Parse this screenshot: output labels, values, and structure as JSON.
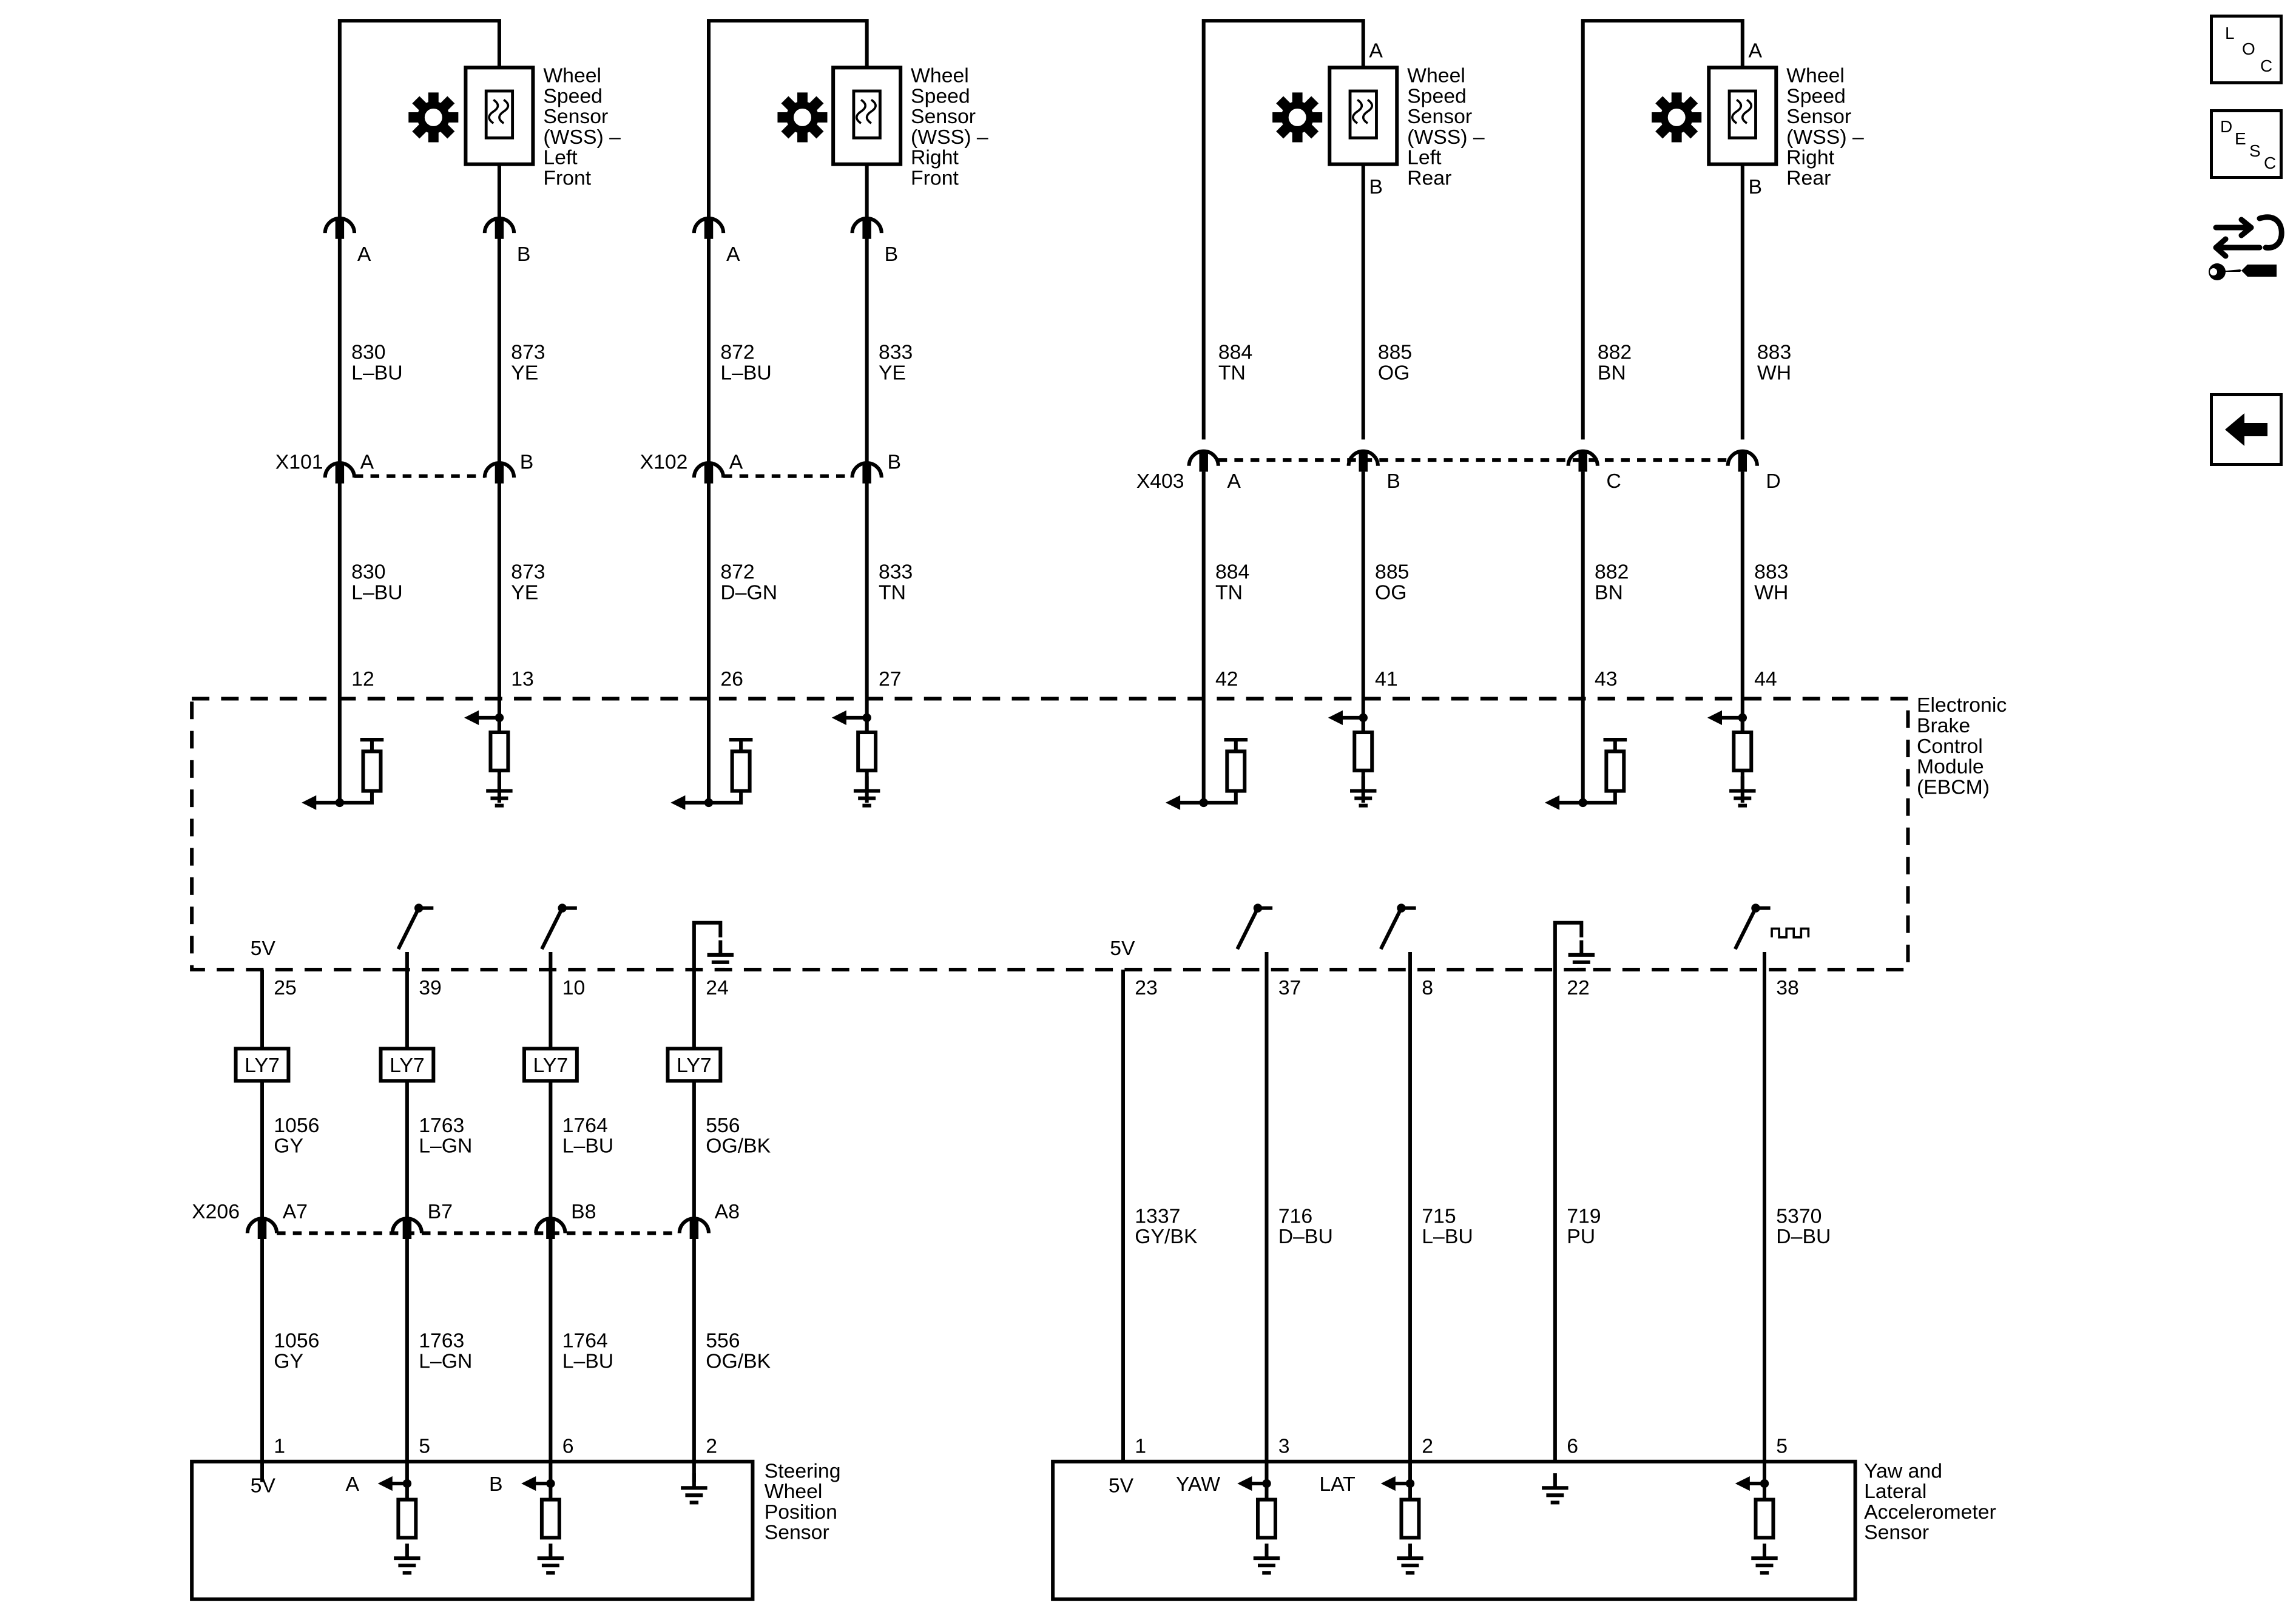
{
  "nav": {
    "loc": [
      "L",
      "O",
      "C"
    ],
    "desc": [
      "D",
      "E",
      "S",
      "C"
    ],
    "icons": [
      "loc-icon",
      "desc-icon",
      "connector-tool-icon",
      "back-arrow-icon"
    ]
  },
  "modules": {
    "ebcm": [
      "Electronic",
      "Brake",
      "Control",
      "Module",
      "(EBCM)"
    ],
    "swps": [
      "Steering",
      "Wheel",
      "Position",
      "Sensor"
    ],
    "yaw": [
      "Yaw and",
      "Lateral",
      "Accelerometer",
      "Sensor"
    ]
  },
  "sensors": [
    {
      "id": "lf",
      "label": [
        "Wheel",
        "Speed",
        "Sensor",
        "(WSS) –",
        "Left",
        "Front"
      ],
      "pin_a": "",
      "pin_b": ""
    },
    {
      "id": "rf",
      "label": [
        "Wheel",
        "Speed",
        "Sensor",
        "(WSS) –",
        "Right",
        "Front"
      ],
      "pin_a": "",
      "pin_b": ""
    },
    {
      "id": "lr",
      "label": [
        "Wheel",
        "Speed",
        "Sensor",
        "(WSS) –",
        "Left",
        "Rear"
      ],
      "pin_a": "A",
      "pin_b": "B"
    },
    {
      "id": "rr",
      "label": [
        "Wheel",
        "Speed",
        "Sensor",
        "(WSS) –",
        "Right",
        "Rear"
      ],
      "pin_a": "A",
      "pin_b": "B"
    }
  ],
  "upper_wires": [
    {
      "top_pin": "A",
      "upper": [
        "830",
        "L–BU"
      ],
      "conn_pin": "A",
      "lower": [
        "830",
        "L–BU"
      ],
      "ebcm_pin": "12",
      "type": "sig"
    },
    {
      "top_pin": "B",
      "upper": [
        "873",
        "YE"
      ],
      "conn_pin": "B",
      "lower": [
        "873",
        "YE"
      ],
      "ebcm_pin": "13",
      "type": "res"
    },
    {
      "top_pin": "A",
      "upper": [
        "872",
        "L–BU"
      ],
      "conn_pin": "A",
      "lower": [
        "872",
        "D–GN"
      ],
      "ebcm_pin": "26",
      "type": "sig"
    },
    {
      "top_pin": "B",
      "upper": [
        "833",
        "YE"
      ],
      "conn_pin": "B",
      "lower": [
        "833",
        "TN"
      ],
      "ebcm_pin": "27",
      "type": "res"
    },
    {
      "top_pin": "",
      "upper": [
        "884",
        "TN"
      ],
      "conn_pin": "A",
      "lower": [
        "884",
        "TN"
      ],
      "ebcm_pin": "42",
      "type": "sig"
    },
    {
      "top_pin": "",
      "upper": [
        "885",
        "OG"
      ],
      "conn_pin": "B",
      "lower": [
        "885",
        "OG"
      ],
      "ebcm_pin": "41",
      "type": "res"
    },
    {
      "top_pin": "",
      "upper": [
        "882",
        "BN"
      ],
      "conn_pin": "C",
      "lower": [
        "882",
        "BN"
      ],
      "ebcm_pin": "43",
      "type": "sig"
    },
    {
      "top_pin": "",
      "upper": [
        "883",
        "WH"
      ],
      "conn_pin": "D",
      "lower": [
        "883",
        "WH"
      ],
      "ebcm_pin": "44",
      "type": "res"
    }
  ],
  "connectors": {
    "x101": "X101",
    "x102": "X102",
    "x403": "X403",
    "x206": "X206"
  },
  "left_lower_wires": [
    {
      "ebcm_pin": "25",
      "ebcm_label": "5V",
      "option": "LY7",
      "upper": [
        "1056",
        "GY"
      ],
      "x206_pin": "A7",
      "lower": [
        "1056",
        "GY"
      ],
      "sensor_pin": "1",
      "sensor_label": "5V"
    },
    {
      "ebcm_pin": "39",
      "ebcm_label": "",
      "option": "LY7",
      "upper": [
        "1763",
        "L–GN"
      ],
      "x206_pin": "B7",
      "lower": [
        "1763",
        "L–GN"
      ],
      "sensor_pin": "5",
      "sensor_label": "A"
    },
    {
      "ebcm_pin": "10",
      "ebcm_label": "",
      "option": "LY7",
      "upper": [
        "1764",
        "L–BU"
      ],
      "x206_pin": "B8",
      "lower": [
        "1764",
        "L–BU"
      ],
      "sensor_pin": "6",
      "sensor_label": "B"
    },
    {
      "ebcm_pin": "24",
      "ebcm_label": "",
      "option": "LY7",
      "upper": [
        "556",
        "OG/BK"
      ],
      "x206_pin": "A8",
      "lower": [
        "556",
        "OG/BK"
      ],
      "sensor_pin": "2",
      "sensor_label": ""
    }
  ],
  "right_lower_wires": [
    {
      "ebcm_pin": "23",
      "ebcm_label": "5V",
      "wire": [
        "1337",
        "GY/BK"
      ],
      "sensor_pin": "1",
      "sensor_label": "5V"
    },
    {
      "ebcm_pin": "37",
      "ebcm_label": "",
      "wire": [
        "716",
        "D–BU"
      ],
      "sensor_pin": "3",
      "sensor_label": "YAW"
    },
    {
      "ebcm_pin": "8",
      "ebcm_label": "",
      "wire": [
        "715",
        "L–BU"
      ],
      "sensor_pin": "2",
      "sensor_label": "LAT"
    },
    {
      "ebcm_pin": "22",
      "ebcm_label": "",
      "wire": [
        "719",
        "PU"
      ],
      "sensor_pin": "6",
      "sensor_label": ""
    },
    {
      "ebcm_pin": "38",
      "ebcm_label": "",
      "wire": [
        "5370",
        "D–BU"
      ],
      "sensor_pin": "5",
      "sensor_label": ""
    }
  ]
}
